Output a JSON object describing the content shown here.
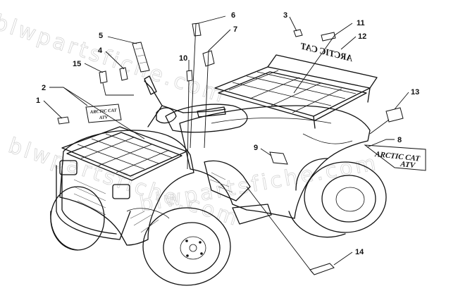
{
  "watermark": {
    "text": "blwpartsfiche.com"
  },
  "decal_text": {
    "hood_logo_line1": "ARCTIC CAT",
    "hood_logo_line2": "ATV",
    "side_logo_line1": "ARCTIC CAT",
    "side_logo_line2": "ATV",
    "rear_logo": "ARCTIC CAT"
  },
  "callouts": [
    {
      "id": "c1",
      "label": "1"
    },
    {
      "id": "c2",
      "label": "2"
    },
    {
      "id": "c3",
      "label": "3"
    },
    {
      "id": "c4",
      "label": "4"
    },
    {
      "id": "c5",
      "label": "5"
    },
    {
      "id": "c6",
      "label": "6"
    },
    {
      "id": "c7",
      "label": "7"
    },
    {
      "id": "c8",
      "label": "8"
    },
    {
      "id": "c9",
      "label": "9"
    },
    {
      "id": "c10",
      "label": "10"
    },
    {
      "id": "c11",
      "label": "11"
    },
    {
      "id": "c12",
      "label": "12"
    },
    {
      "id": "c13",
      "label": "13"
    },
    {
      "id": "c14",
      "label": "14"
    },
    {
      "id": "c15",
      "label": "15"
    }
  ]
}
